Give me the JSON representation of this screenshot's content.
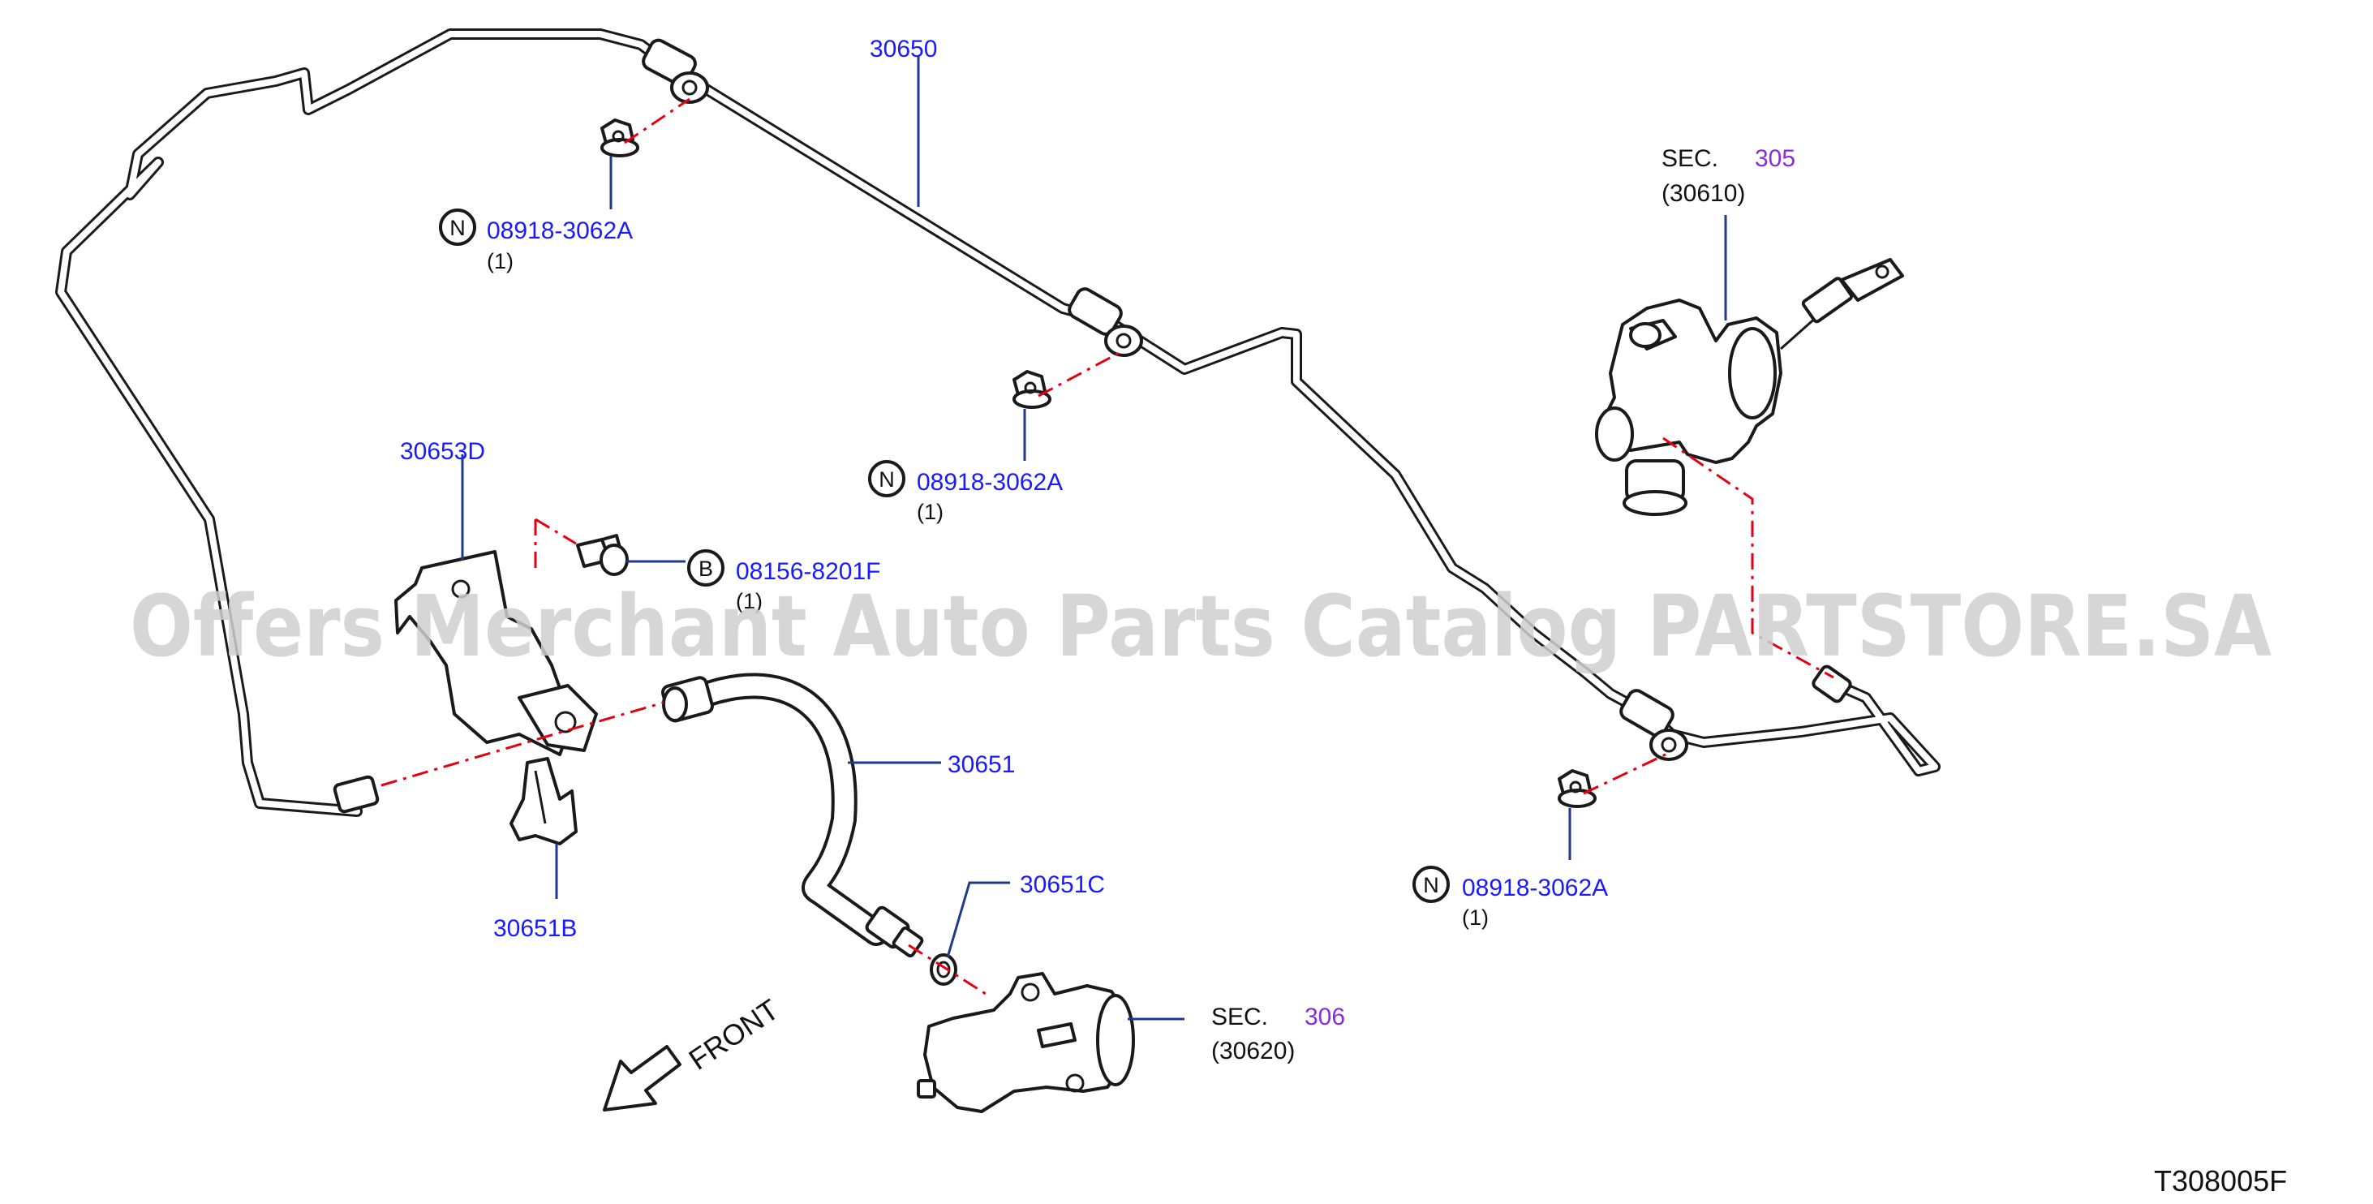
{
  "diagram": {
    "part_labels": {
      "p30650": "30650",
      "p30653d": "30653D",
      "p30651": "30651",
      "p30651b": "30651B",
      "p30651c": "30651C",
      "n1_part": "08918-3062A",
      "n2_part": "08918-3062A",
      "n3_part": "08918-3062A",
      "b1_part": "08156-8201F"
    },
    "markers": {
      "n": "N",
      "b": "B"
    },
    "quantities": {
      "n1": "(1)",
      "n2": "(1)",
      "n3": "(1)",
      "b1": "(1)"
    },
    "sections": {
      "master": {
        "prefix": "SEC.",
        "number": "305",
        "ref": "(30610)"
      },
      "operating": {
        "prefix": "SEC.",
        "number": "306",
        "ref": "(30620)"
      }
    },
    "front_label": "FRONT",
    "diagram_code": "T308005F",
    "watermark": "Offers Merchant Auto Parts Catalog PARTSTORE.SA"
  },
  "colors": {
    "part_number": "#1a1aff",
    "section_number": "#8a2be2",
    "leader_line": "#1e3a8a",
    "centerline": "#e60012",
    "line_art": "#1a1a1a"
  }
}
